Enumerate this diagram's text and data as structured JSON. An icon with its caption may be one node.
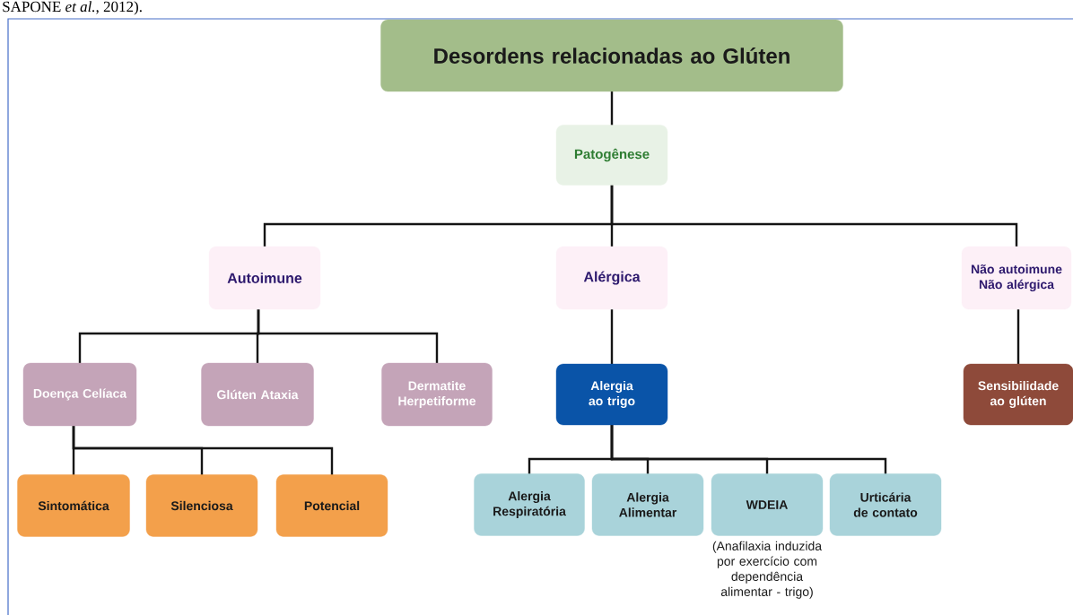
{
  "diagram": {
    "nodes": [
      {
        "text": [
          "Desordens relacionadas ao Glúten"
        ]
      },
      {
        "text": [
          "Patogênese"
        ]
      },
      {
        "text": [
          "Autoimune"
        ]
      },
      {
        "text": [
          "Alérgica"
        ]
      },
      {
        "text": [
          "Não autoimune Não alérgica"
        ]
      },
      {
        "text": [
          "Doença Celíaca"
        ]
      },
      {
        "text": [
          "Glúten Ataxia"
        ]
      },
      {
        "text": [
          "Dermatite Herpetiforme"
        ]
      },
      {
        "text": [
          "Alergia ao trigo"
        ]
      },
      {
        "text": [
          "Sensibilidade ao glúten"
        ]
      },
      {
        "text": [
          "Sintomática"
        ]
      },
      {
        "text": [
          "Silenciosa"
        ]
      },
      {
        "text": [
          "Potencial"
        ]
      },
      {
        "text": [
          "Alergia Respiratória"
        ]
      },
      {
        "text": [
          "Alergia Alimentar"
        ]
      },
      {
        "text": [
          "WDEIA"
        ],
        "beside": [
          "(Anafilaxia induzida por exercício com dependência alimentar - trigo)"
        ]
      },
      {
        "text": [
          "Urticária de contato"
        ]
      }
    ],
    "edges": [
      {
        "from": 0,
        "to": 1,
        "arrow": "none"
      },
      {
        "from": 1,
        "to": 2,
        "arrow": "none"
      },
      {
        "from": 1,
        "to": 3,
        "arrow": "none"
      },
      {
        "from": 1,
        "to": 4,
        "arrow": "none"
      },
      {
        "from": 2,
        "to": 5,
        "arrow": "none"
      },
      {
        "from": 2,
        "to": 6,
        "arrow": "none"
      },
      {
        "from": 2,
        "to": 7,
        "arrow": "none"
      },
      {
        "from": 3,
        "to": 8,
        "arrow": "none"
      },
      {
        "from": 4,
        "to": 9,
        "arrow": "none"
      },
      {
        "from": 5,
        "to": 10,
        "arrow": "none"
      },
      {
        "from": 5,
        "to": 11,
        "arrow": "none"
      },
      {
        "from": 5,
        "to": 12,
        "arrow": "none"
      },
      {
        "from": 8,
        "to": 13,
        "arrow": "none"
      },
      {
        "from": 8,
        "to": 14,
        "arrow": "none"
      },
      {
        "from": 8,
        "to": 15,
        "arrow": "none"
      },
      {
        "from": 8,
        "to": 16,
        "arrow": "none"
      }
    ],
    "labels": [
      "SAPONE *et al.*, 2012)."
    ]
  }
}
